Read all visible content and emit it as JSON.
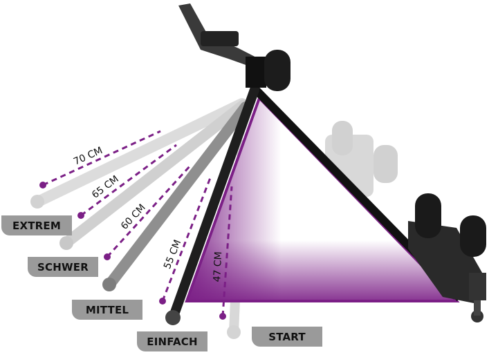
{
  "levels": [
    {
      "label": "EXTREM",
      "length": "70 CM"
    },
    {
      "label": "SCHWER",
      "length": "65 CM"
    },
    {
      "label": "MITTEL",
      "length": "60 CM"
    },
    {
      "label": "EINFACH",
      "length": "55 CM"
    },
    {
      "label": "START",
      "length": "47 CM"
    }
  ],
  "colors": {
    "accent": "#7b1f86",
    "badge": "#9a9a9a",
    "frame": "#1a1a1a",
    "ghost": "#cfcfcf"
  }
}
